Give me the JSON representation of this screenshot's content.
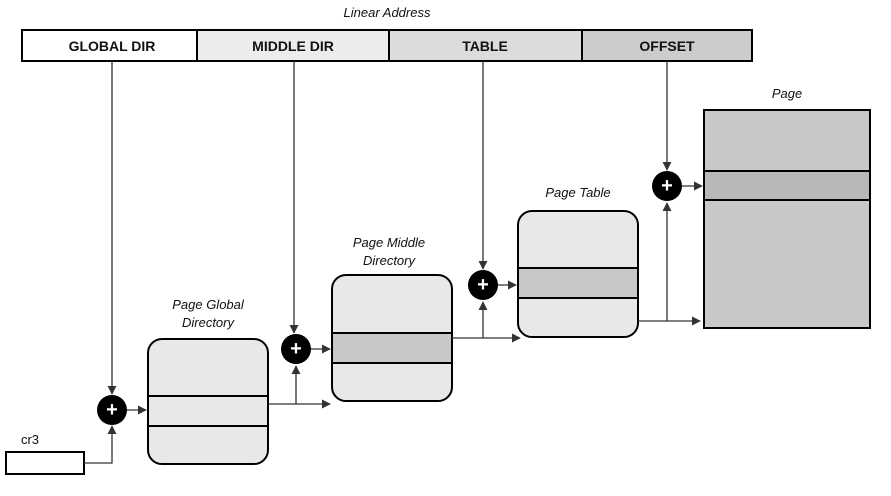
{
  "diagram": {
    "linear_address_title": "Linear Address",
    "segments": [
      {
        "label": "GLOBAL DIR",
        "fill": "#ffffff"
      },
      {
        "label": "MIDDLE DIR",
        "fill": "#ececec"
      },
      {
        "label": "TABLE",
        "fill": "#dcdcdc"
      },
      {
        "label": "OFFSET",
        "fill": "#cccccc"
      }
    ],
    "register_label": "cr3",
    "tables": {
      "pgd": {
        "line1": "Page Global",
        "line2": "Directory"
      },
      "pmd": {
        "line1": "Page Middle",
        "line2": "Directory"
      },
      "pt": {
        "line1": "Page Table"
      },
      "page": {
        "line1": "Page"
      }
    },
    "adder_symbol": "+",
    "colors": {
      "table_fill": "#e8e8e8",
      "selected_entry": "#c8c8c8",
      "page_fill": "#c8c8c8",
      "adder_fill": "#000000",
      "stroke": "#000000"
    }
  }
}
